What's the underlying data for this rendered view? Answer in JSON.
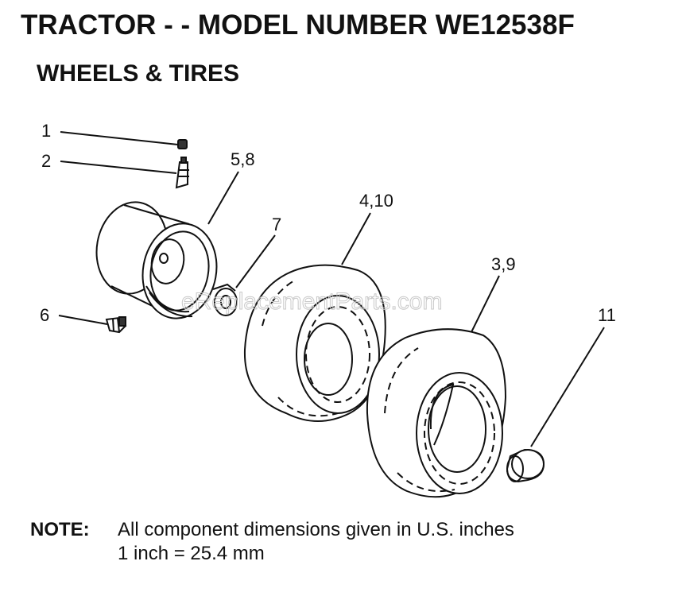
{
  "header": {
    "title": "TRACTOR - - MODEL NUMBER WE12538F",
    "subtitle": "WHEELS & TIRES"
  },
  "callouts": {
    "c1": "1",
    "c2": "2",
    "c58": "5,8",
    "c7": "7",
    "c410": "4,10",
    "c39": "3,9",
    "c6": "6",
    "c11": "11"
  },
  "watermark": "eReplacementParts.com",
  "note": {
    "label": "NOTE:",
    "line1": "All component dimensions given in U.S. inches",
    "line2": "1 inch = 25.4 mm"
  }
}
